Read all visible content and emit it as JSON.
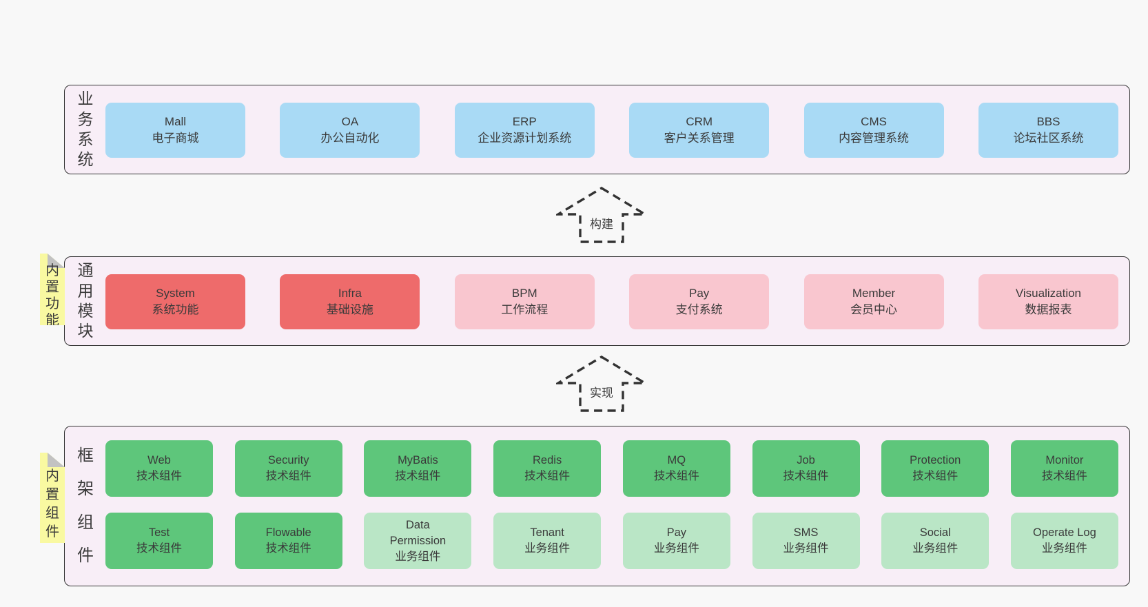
{
  "colors": {
    "page_bg": "#f8f8f8",
    "panel_bg": "#f8eef7",
    "panel_border": "#333333",
    "box_blue": "#a9daf5",
    "box_red": "#ee6b6b",
    "box_pink": "#f9c6cf",
    "box_green": "#5ec67b",
    "box_green_light": "#bae6c6",
    "sticky_yellow": "#f9f9a1",
    "sticky_fold": "#c2c2c2",
    "text": "#3a3a3a",
    "arrow": "#333333"
  },
  "layers": [
    {
      "id": "business",
      "side_label": "业务系统",
      "sticky": null,
      "rows": [
        [
          {
            "lines": [
              "Mall",
              "电子商城"
            ],
            "type": "blue"
          },
          {
            "lines": [
              "OA",
              "办公自动化"
            ],
            "type": "blue"
          },
          {
            "lines": [
              "ERP",
              "企业资源计划系统"
            ],
            "type": "blue"
          },
          {
            "lines": [
              "CRM",
              "客户关系管理"
            ],
            "type": "blue"
          },
          {
            "lines": [
              "CMS",
              "内容管理系统"
            ],
            "type": "blue"
          },
          {
            "lines": [
              "BBS",
              "论坛社区系统"
            ],
            "type": "blue"
          }
        ]
      ]
    },
    {
      "id": "modules",
      "side_label": "通用模块",
      "sticky": "内置功能",
      "rows": [
        [
          {
            "lines": [
              "System",
              "系统功能"
            ],
            "type": "red"
          },
          {
            "lines": [
              "Infra",
              "基础设施"
            ],
            "type": "red"
          },
          {
            "lines": [
              "BPM",
              "工作流程"
            ],
            "type": "pink"
          },
          {
            "lines": [
              "Pay",
              "支付系统"
            ],
            "type": "pink"
          },
          {
            "lines": [
              "Member",
              "会员中心"
            ],
            "type": "pink"
          },
          {
            "lines": [
              "Visualization",
              "数据报表"
            ],
            "type": "pink"
          }
        ]
      ]
    },
    {
      "id": "components",
      "side_label": "框架组件",
      "sticky": "内置组件",
      "rows": [
        [
          {
            "lines": [
              "Web",
              "技术组件"
            ],
            "type": "green"
          },
          {
            "lines": [
              "Security",
              "技术组件"
            ],
            "type": "green"
          },
          {
            "lines": [
              "MyBatis",
              "技术组件"
            ],
            "type": "green"
          },
          {
            "lines": [
              "Redis",
              "技术组件"
            ],
            "type": "green"
          },
          {
            "lines": [
              "MQ",
              "技术组件"
            ],
            "type": "green"
          },
          {
            "lines": [
              "Job",
              "技术组件"
            ],
            "type": "green"
          },
          {
            "lines": [
              "Protection",
              "技术组件"
            ],
            "type": "green"
          },
          {
            "lines": [
              "Monitor",
              "技术组件"
            ],
            "type": "green"
          }
        ],
        [
          {
            "lines": [
              "Test",
              "技术组件"
            ],
            "type": "green"
          },
          {
            "lines": [
              "Flowable",
              "技术组件"
            ],
            "type": "green"
          },
          {
            "lines": [
              "Data",
              "Permission",
              "业务组件"
            ],
            "type": "green-light"
          },
          {
            "lines": [
              "Tenant",
              "业务组件"
            ],
            "type": "green-light"
          },
          {
            "lines": [
              "Pay",
              "业务组件"
            ],
            "type": "green-light"
          },
          {
            "lines": [
              "SMS",
              "业务组件"
            ],
            "type": "green-light"
          },
          {
            "lines": [
              "Social",
              "业务组件"
            ],
            "type": "green-light"
          },
          {
            "lines": [
              "Operate Log",
              "业务组件"
            ],
            "type": "green-light"
          }
        ]
      ]
    }
  ],
  "arrows": [
    {
      "label": "构建"
    },
    {
      "label": "实现"
    }
  ]
}
